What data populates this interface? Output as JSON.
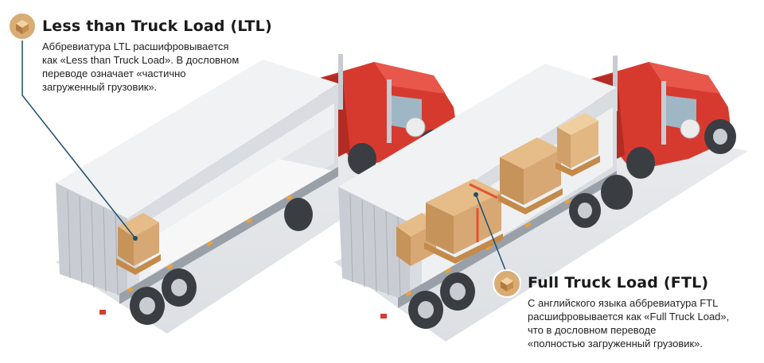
{
  "ltl": {
    "title": "Less than Truck Load (LTL)",
    "description_lines": [
      "Аббревиатура LTL расшифровывается",
      "как «Less than Truck Load». В дословном",
      "переводе означает «частично",
      "загруженный грузовик»."
    ],
    "icon": "box-icon"
  },
  "ftl": {
    "title": "Full Truck Load (FTL)",
    "description_lines": [
      "С английского языка аббревиатура FTL",
      "расшифровывается как «Full Truck Load»,",
      "что в дословном переводе",
      "«полностью загруженный грузовик»."
    ],
    "icon": "box-icon"
  },
  "colors": {
    "cab_red": "#d63a2f",
    "trailer_white": "#f1f2f4",
    "trailer_grey": "#c9cdd3",
    "cargo_tan": "#d8a874",
    "pallet_tan": "#c48a4a",
    "callout_line": "#1f4e6e",
    "title_text": "#1a1a1a"
  }
}
